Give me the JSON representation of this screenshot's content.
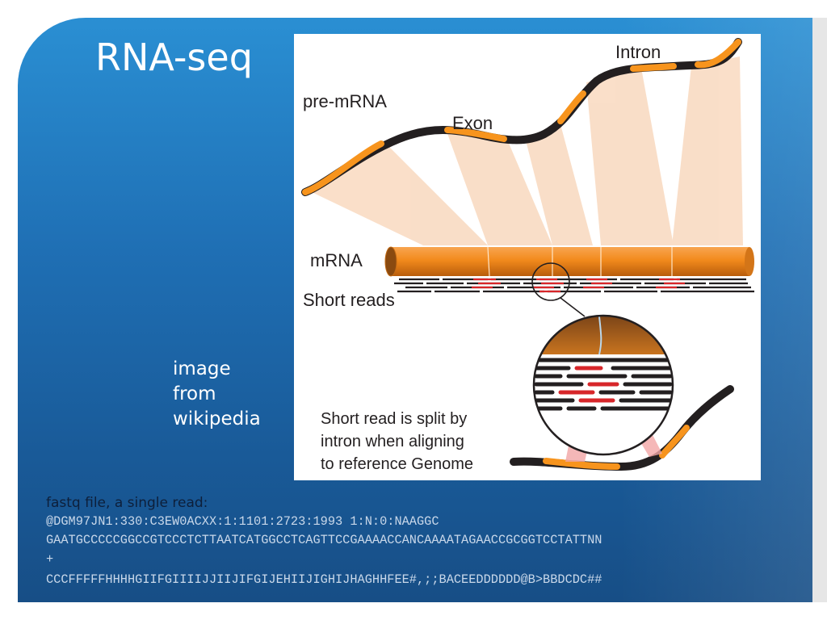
{
  "slide": {
    "title": "RNA-seq",
    "image_credit": [
      "image",
      "from",
      "wikipedia"
    ]
  },
  "diagram": {
    "labels": {
      "intron": "Intron",
      "pre_mrna": "pre-mRNA",
      "exon": "Exon",
      "mrna": "mRNA",
      "short_reads": "Short reads"
    },
    "caption": [
      "Short read is split by",
      "intron when aligning",
      "to reference Genome"
    ],
    "colors": {
      "exon": "#f7941d",
      "intron": "#231f20",
      "projection": "#f9d9bf",
      "read_highlight": "#d7262a",
      "read_black": "#231f20"
    }
  },
  "fastq": {
    "heading": "fastq file, a single read:",
    "lines": [
      "@DGM97JN1:330:C3EW0ACXX:1:1101:2723:1993 1:N:0:NAAGGC",
      "GAATGCCCCCGGCCGTCCCTCTTAATCATGGCCTCAGTTCCGAAAACCANCAAAATAGAACCGCGGTCCTATTNN",
      "+",
      "CCCFFFFFHHHHGIIFGIIIIJJIIJIFGIJEHIIJIGHIJHAGHHFEE#,;;BACEEDDDDDD@B>BBDCDC##"
    ]
  }
}
